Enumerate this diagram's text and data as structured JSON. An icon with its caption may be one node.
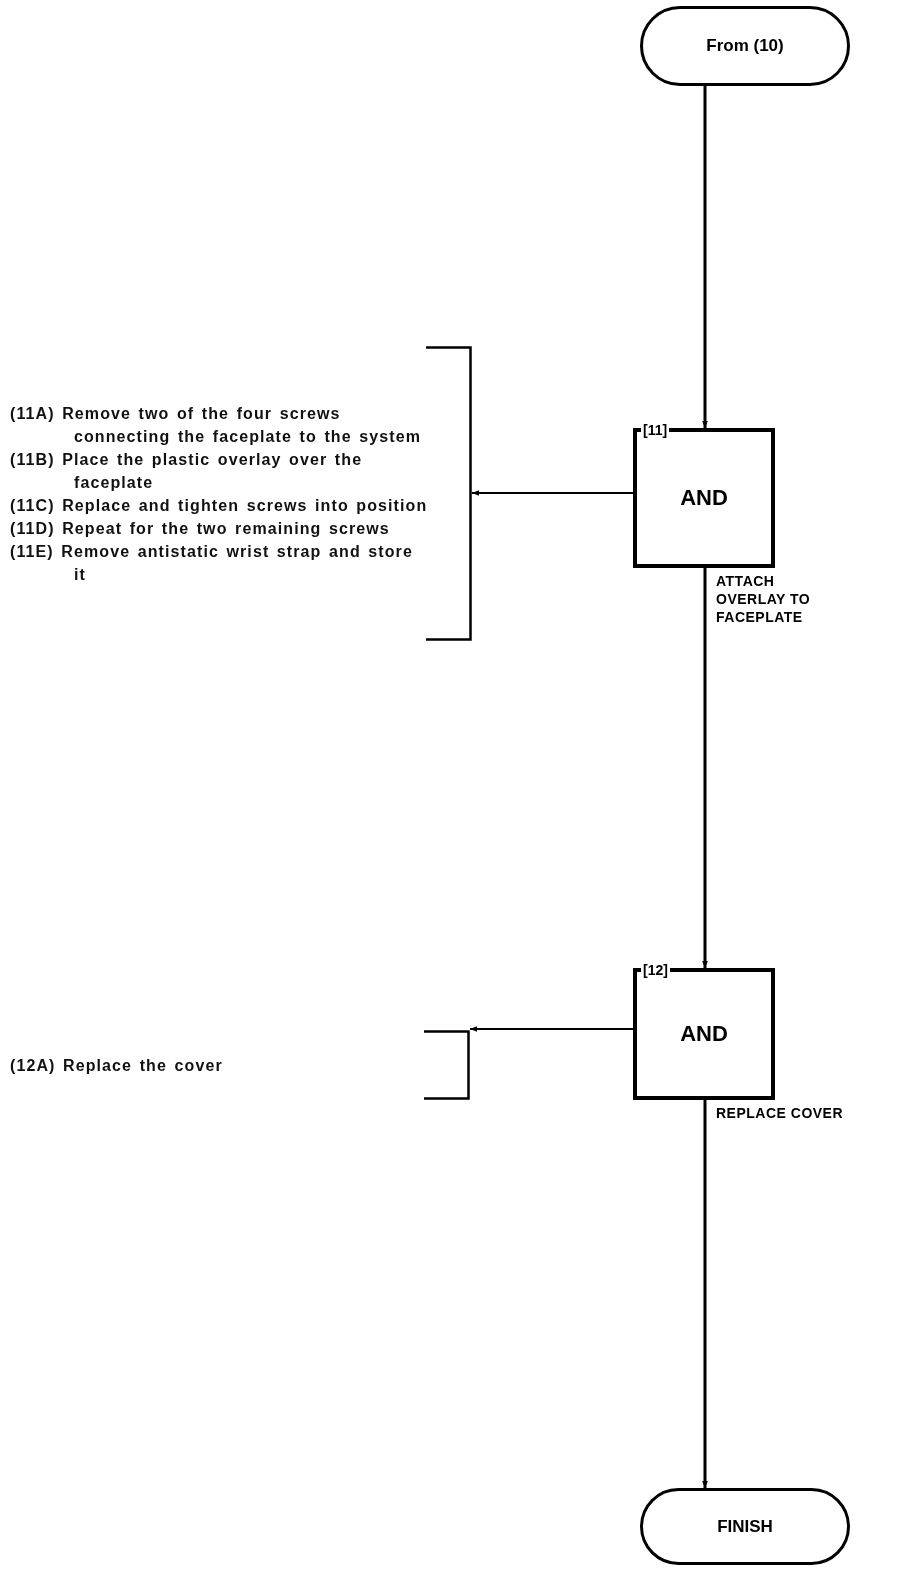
{
  "diagram": {
    "nodes": [
      {
        "text": [
          "From (10)"
        ]
      },
      {
        "text": [
          "[11]",
          "AND"
        ],
        "beside": [
          "ATTACH OVERLAY TO FACEPLATE"
        ]
      },
      {
        "text": [
          "(11A) Remove two of the four screws connecting the faceplate to the system",
          "(11B) Place the plastic overlay over the faceplate",
          "(11C) Replace and tighten screws into position",
          "(11D) Repeat for the two remaining screws",
          "(11E) Remove antistatic wrist strap and store it"
        ]
      },
      {
        "text": [
          "[12]",
          "AND"
        ],
        "beside": [
          "REPLACE COVER"
        ]
      },
      {
        "text": [
          "(12A) Replace the cover"
        ]
      },
      {
        "text": [
          "FINISH"
        ]
      }
    ],
    "edges": [
      {
        "from": 0,
        "to": 1,
        "arrow": "to"
      },
      {
        "from": 1,
        "to": 2,
        "arrow": "to"
      },
      {
        "from": 1,
        "to": 3,
        "arrow": "to"
      },
      {
        "from": 3,
        "to": 4,
        "arrow": "to"
      },
      {
        "from": 3,
        "to": 5,
        "arrow": "to"
      }
    ]
  }
}
